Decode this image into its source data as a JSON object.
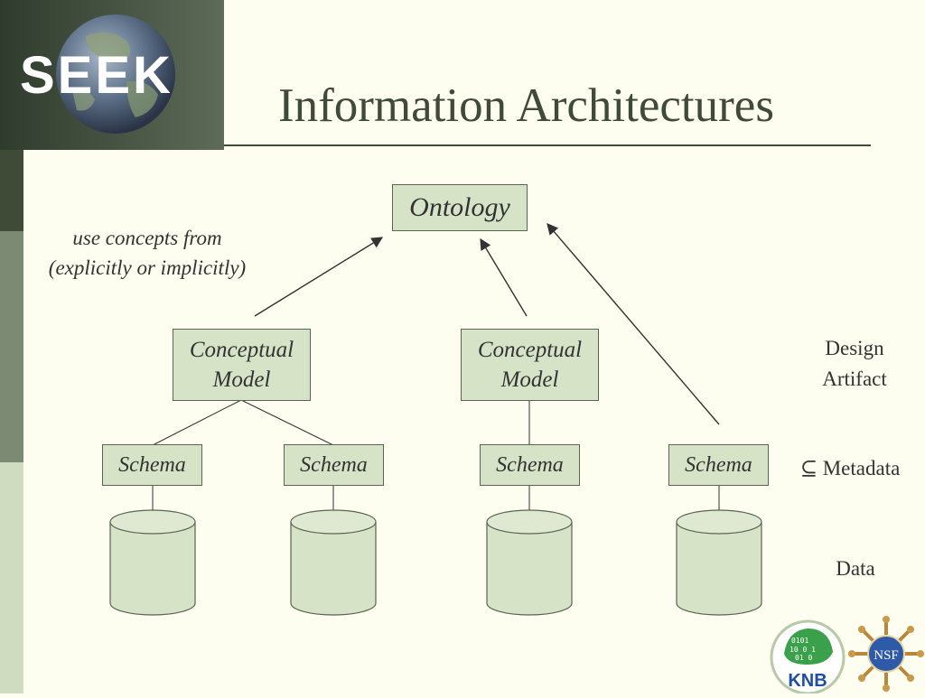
{
  "slide": {
    "logo": "SEEK",
    "title": "Information Architectures"
  },
  "diagram": {
    "ontology": "Ontology",
    "annotation": [
      "use concepts from",
      "(explicitly or implicitly)"
    ],
    "conceptual_models": [
      [
        "Conceptual",
        "Model"
      ],
      [
        "Conceptual",
        "Model"
      ]
    ],
    "schemas": [
      "Schema",
      "Schema",
      "Schema",
      "Schema"
    ],
    "side_labels": {
      "design_artifact": [
        "Design",
        "Artifact"
      ],
      "metadata": "⊆ Metadata",
      "data": "Data"
    }
  },
  "logos": {
    "knb": "KNB",
    "nsf": "NSF"
  },
  "colors": {
    "background": "#fdfdf0",
    "box_fill": "#d6e3c6",
    "dark_green": "#3f4a37",
    "band_mid": "#7d8a73",
    "band_light": "#cfdcbf"
  }
}
